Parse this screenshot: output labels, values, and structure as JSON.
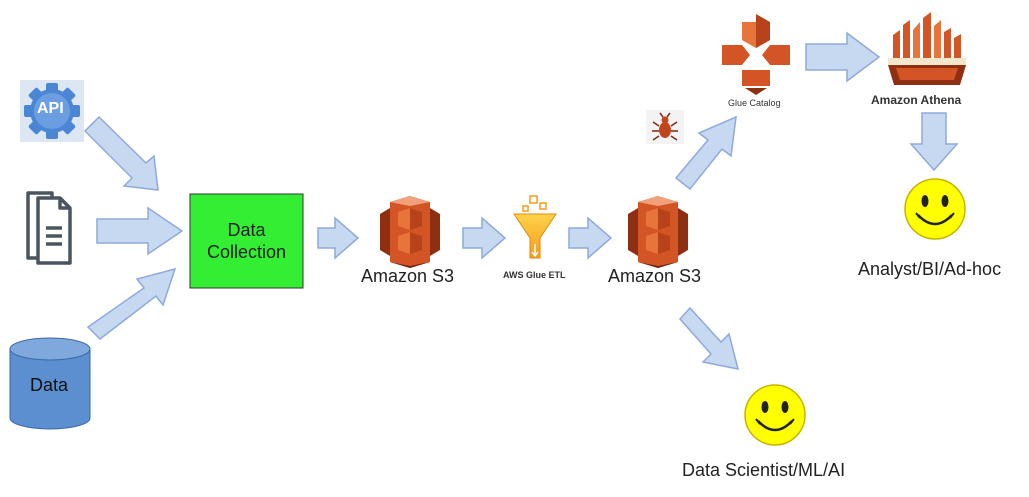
{
  "sources": {
    "api_label": "API",
    "database_label": "Data"
  },
  "collection": {
    "label_line1": "Data",
    "label_line2": "Collection"
  },
  "s3_first_label": "Amazon S3",
  "glue_etl_label": "AWS Glue ETL",
  "s3_second_label": "Amazon S3",
  "glue_catalog_label": "Glue Catalog",
  "athena_label": "Amazon Athena",
  "analyst_label": "Analyst/BI/Ad-hoc",
  "data_scientist_label": "Data Scientist/ML/AI",
  "colors": {
    "arrow_fill": "#c6d9f1",
    "arrow_stroke": "#8eaadb",
    "collection_fill": "#33ee33",
    "db_fill": "#5b8fd0",
    "aws_orange": "#d35424",
    "aws_orange_dark": "#8f2f12",
    "smiley_fill": "#ffff00"
  }
}
